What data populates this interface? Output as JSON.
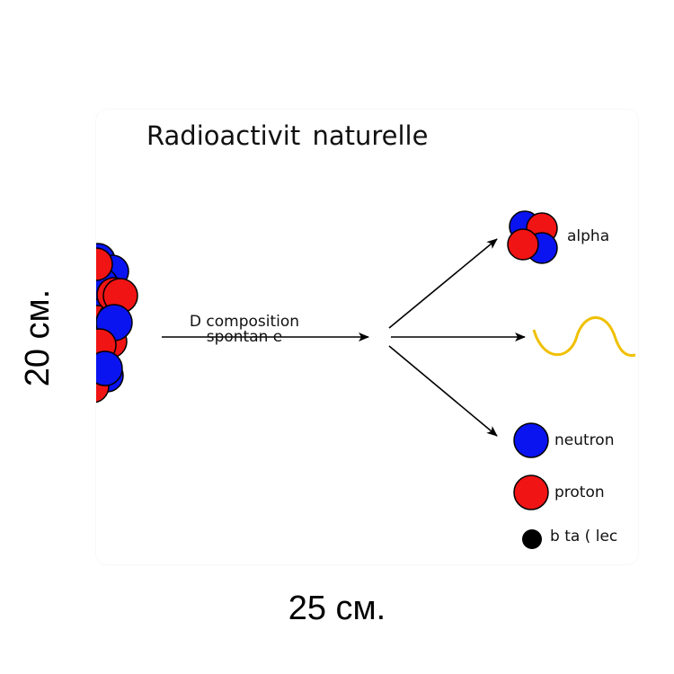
{
  "diagram": {
    "title": "Radioactivit   naturelle",
    "arrow_label_line1": "D  composition",
    "arrow_label_line2": "spontan  e",
    "outputs": {
      "alpha_label": "alpha",
      "neutron_label": "neutron",
      "proton_label": "proton",
      "beta_label": "b   ta (  lec"
    },
    "colors": {
      "neutron": "#0a14f0",
      "proton": "#f01414",
      "wave": "#f0c000",
      "electron": "#000000"
    }
  },
  "dimensions": {
    "width_label": "25 см.",
    "height_label": "20 см."
  }
}
